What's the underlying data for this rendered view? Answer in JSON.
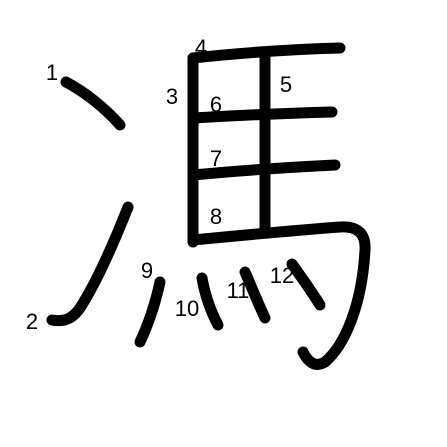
{
  "diagram": {
    "colors": {
      "background": "#ffffff",
      "ink": "#000000"
    },
    "strokes": [
      {
        "number": "1"
      },
      {
        "number": "2"
      },
      {
        "number": "3"
      },
      {
        "number": "4"
      },
      {
        "number": "5"
      },
      {
        "number": "6"
      },
      {
        "number": "7"
      },
      {
        "number": "8"
      },
      {
        "number": "9"
      },
      {
        "number": "10"
      },
      {
        "number": "11"
      },
      {
        "number": "12"
      }
    ]
  }
}
